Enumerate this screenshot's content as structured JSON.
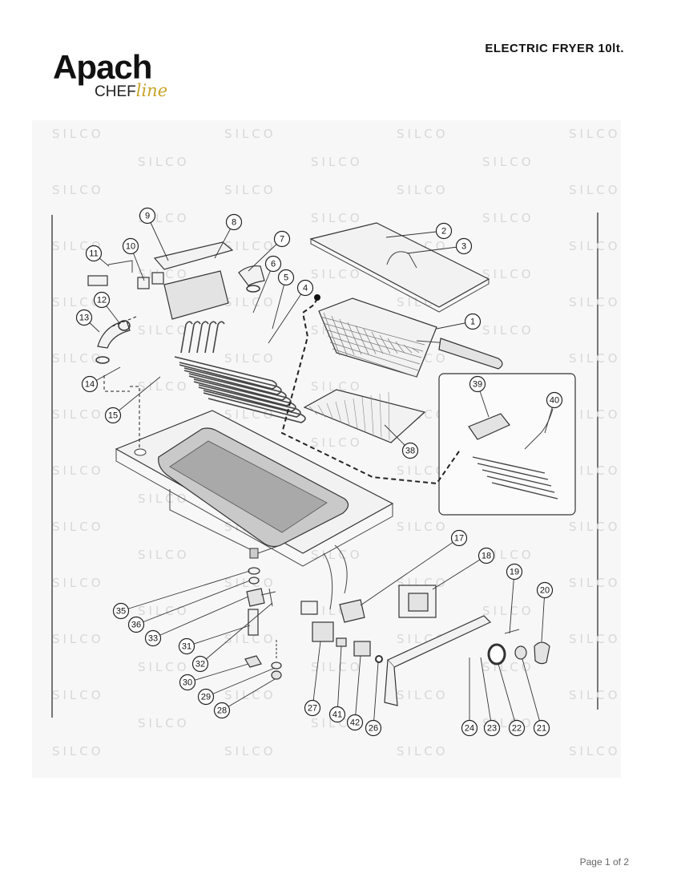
{
  "header": {
    "brand_name": "Apach",
    "brand_sub_chef": "CHEF",
    "brand_sub_line": "line",
    "title": "ELECTRIC FRYER 10lt."
  },
  "watermark": {
    "text": "SILCO"
  },
  "diagram": {
    "callouts": [
      "1",
      "2",
      "3",
      "4",
      "5",
      "6",
      "7",
      "8",
      "9",
      "10",
      "11",
      "12",
      "13",
      "14",
      "15",
      "17",
      "18",
      "19",
      "20",
      "21",
      "22",
      "23",
      "24",
      "26",
      "27",
      "28",
      "29",
      "30",
      "31",
      "32",
      "33",
      "35",
      "36",
      "38",
      "39",
      "40",
      "41",
      "42"
    ]
  },
  "footer": {
    "page": "Page 1 of 2"
  }
}
